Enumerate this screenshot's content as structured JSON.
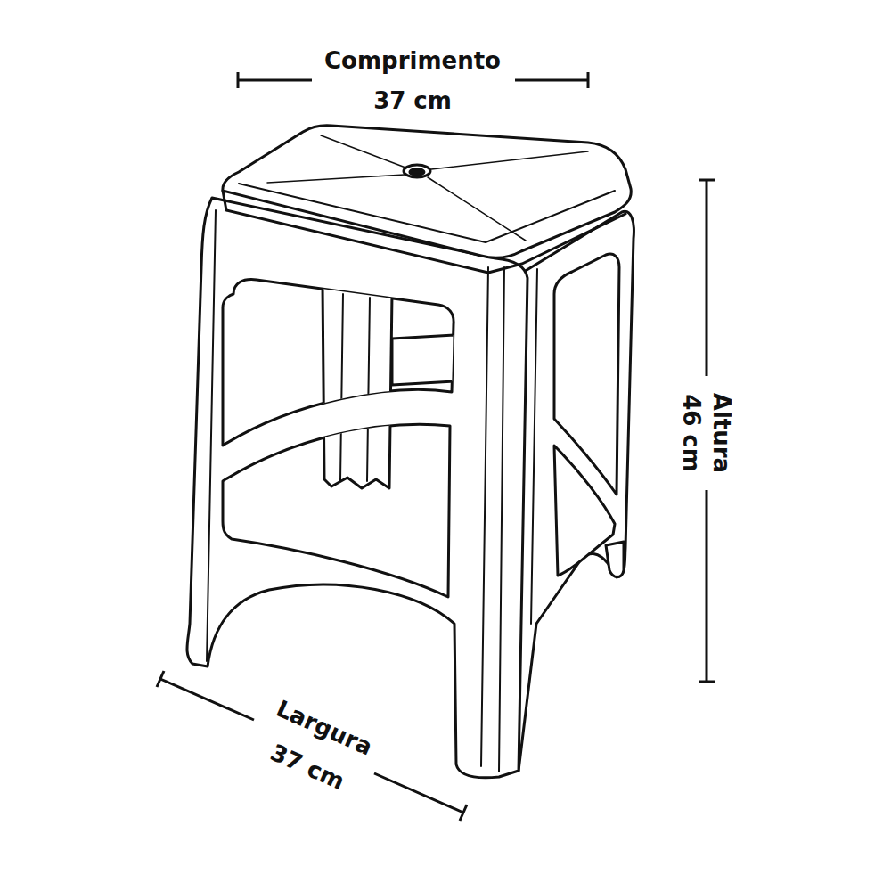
{
  "diagram": {
    "labels": [
      "Comprimento",
      "37 cm",
      "Altura",
      "46 cm",
      "Largura",
      "37 cm"
    ]
  }
}
